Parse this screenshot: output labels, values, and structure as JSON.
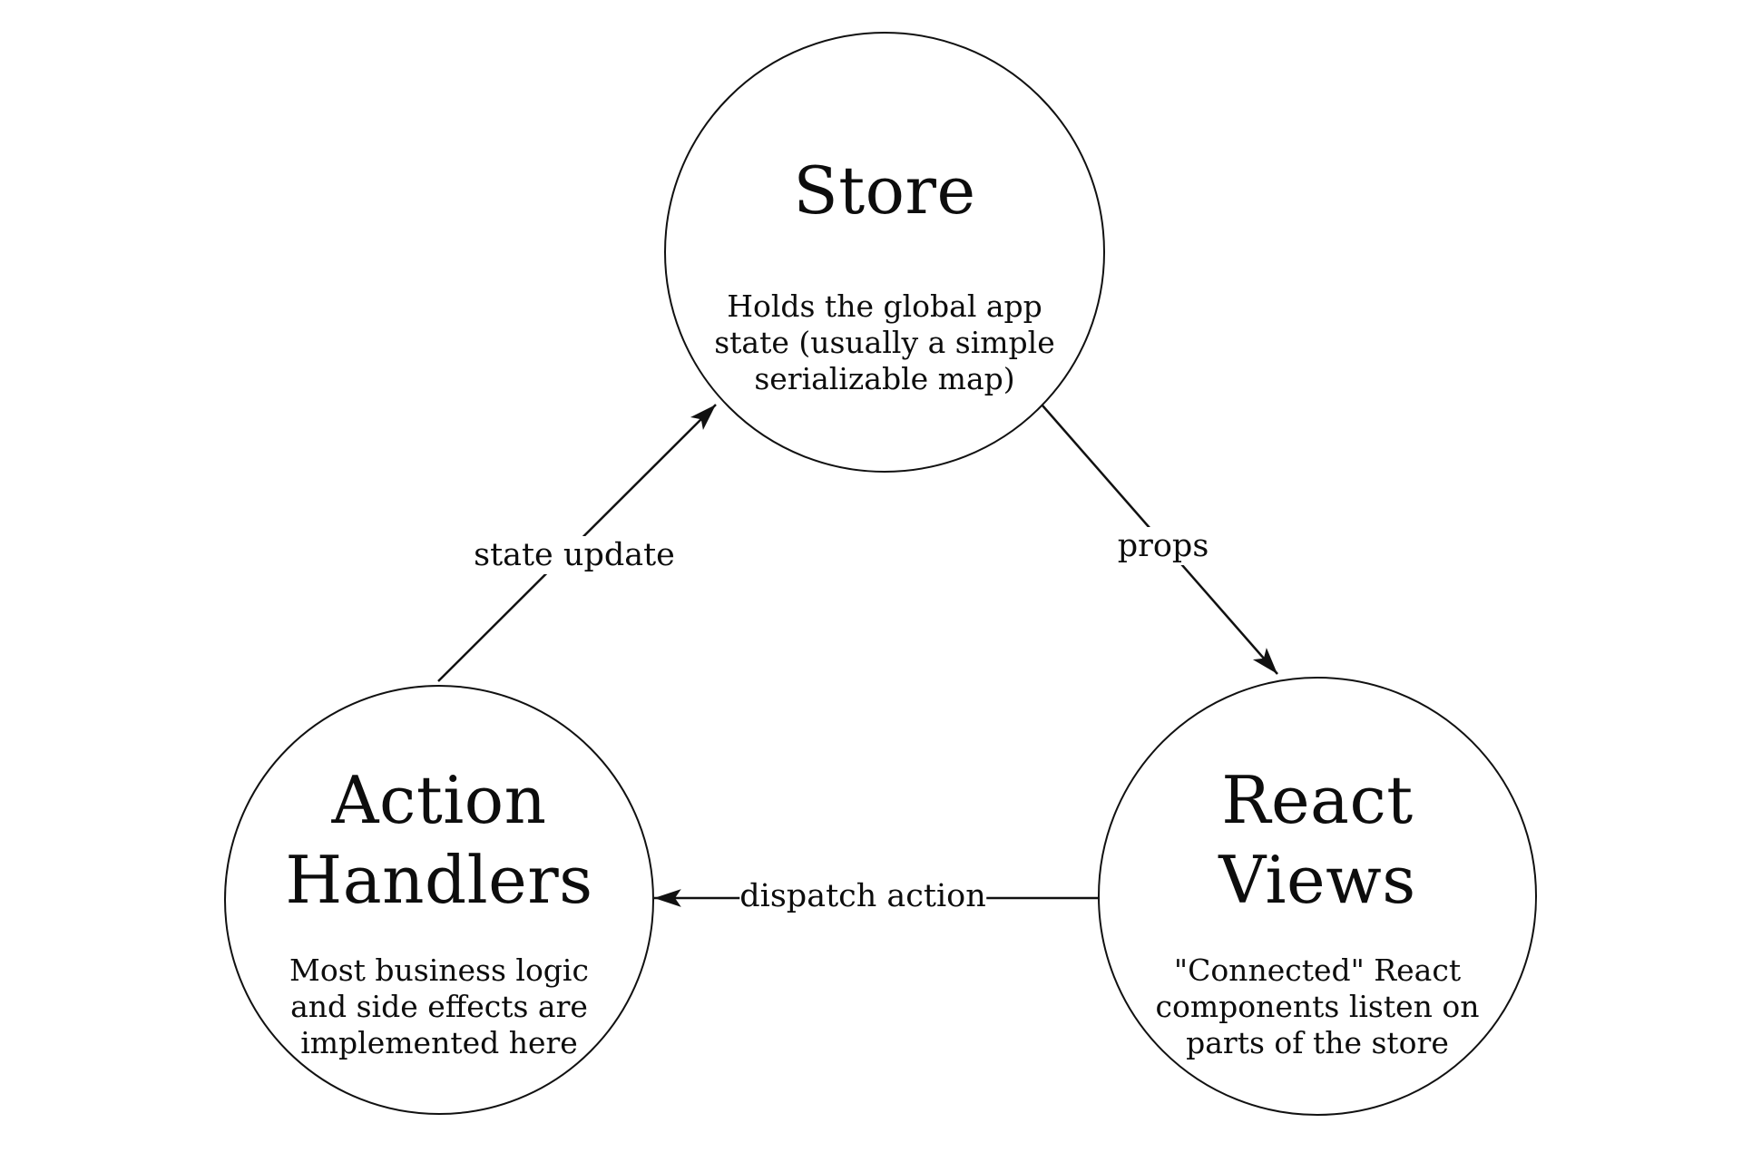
{
  "diagram": {
    "background_color": "#ffffff",
    "ink_color": "#111111",
    "nodes": [
      {
        "id": "store",
        "title_lines": [
          "Store"
        ],
        "desc_lines": [
          "Holds the global app",
          "state (usually a simple",
          "serializable map)"
        ]
      },
      {
        "id": "action-handlers",
        "title_lines": [
          "Action",
          "Handlers"
        ],
        "desc_lines": [
          "Most business logic",
          "and side effects are",
          "implemented here"
        ]
      },
      {
        "id": "react-views",
        "title_lines": [
          "React",
          "Views"
        ],
        "desc_lines": [
          "\"Connected\" React",
          "components listen on",
          "parts of the store"
        ]
      }
    ],
    "edges": [
      {
        "label": "state update",
        "from": "action-handlers",
        "to": "store"
      },
      {
        "label": "props",
        "from": "store",
        "to": "react-views"
      },
      {
        "label": "dispatch action",
        "from": "react-views",
        "to": "action-handlers"
      }
    ]
  }
}
